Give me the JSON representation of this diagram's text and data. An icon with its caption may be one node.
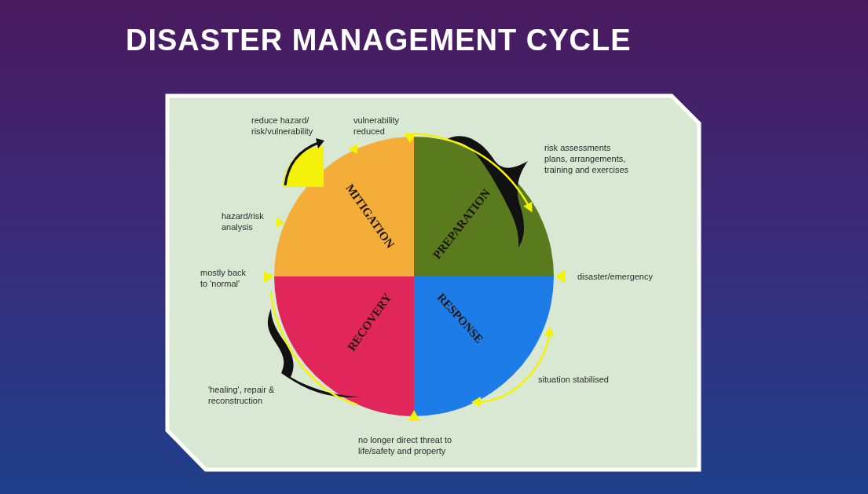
{
  "diagram": {
    "title": "DISASTER MANAGEMENT CYCLE",
    "nodes": [
      {
        "text": [
          "MITIGATION"
        ]
      },
      {
        "text": [
          "PREPARATION"
        ]
      },
      {
        "text": [
          "RESPONSE"
        ]
      },
      {
        "text": [
          "RECOVERY"
        ]
      }
    ],
    "edges": [
      {
        "from": 0,
        "to": 1,
        "arrow": "to"
      }
    ],
    "labels": [
      "reduce hazard/ risk/vulnerability",
      "vulnerability reduced",
      "risk assessments plans, arrangements, training and exercises",
      "hazard/risk analysis",
      "mostly back to 'normal'",
      "disaster/emergency",
      "situation stabilised",
      "'healing', repair & reconstruction",
      "no longer direct threat to life/safety and property"
    ]
  }
}
